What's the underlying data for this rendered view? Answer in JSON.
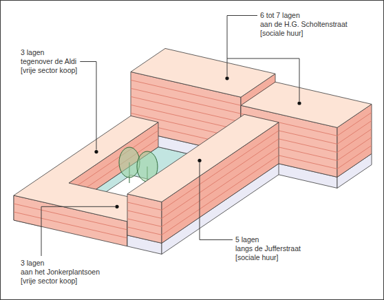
{
  "diagram": {
    "labels": [
      "6 tot 7 lagen",
      "aan de H.G. Scholtenstraat",
      "[sociale huur]",
      "3 lagen",
      "tegenover de Aldi",
      "[vrije sector koop]",
      "5 lagen",
      "langs de Jufferstraat",
      "[sociale huur]",
      "3 lagen",
      "aan het Jonkerplantsoen",
      "[vrije sector koop]"
    ]
  }
}
